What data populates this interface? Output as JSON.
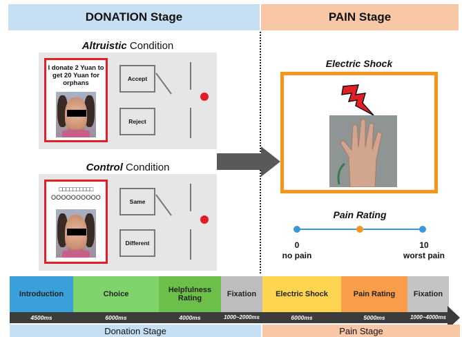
{
  "headers": {
    "donation": "DONATION Stage",
    "pain": "PAIN Stage"
  },
  "altruistic": {
    "title_bold": "Altruistic",
    "title_rest": " Condition",
    "note": "I donate 2 Yuan to get 20 Yuan for orphans",
    "option_top": "Accept",
    "option_bottom": "Reject"
  },
  "control": {
    "title_bold": "Control",
    "title_rest": " Condition",
    "squares": "□□□□□□□□□□",
    "circles": "OOOOOOOOOO",
    "option_top": "Same",
    "option_bottom": "Different"
  },
  "shock": {
    "title": "Electric Shock"
  },
  "rating": {
    "title": "Pain Rating",
    "min_value": "0",
    "min_label": "no pain",
    "max_value": "10",
    "max_label": "worst pain",
    "marker_position": 0.5
  },
  "sequence": [
    {
      "label": "Introduction",
      "time": "4500ms",
      "color": "#3aa0da"
    },
    {
      "label": "Choice",
      "time": "6000ms",
      "color": "#7fd36a"
    },
    {
      "label": "Helpfulness Rating",
      "time": "4000ms",
      "color": "#6cc04a"
    },
    {
      "label": "Fixation",
      "time": "1000~2000ms",
      "color": "#bdbdbd"
    },
    {
      "label": "Electric Shock",
      "time": "6000ms",
      "color": "#fdd54f"
    },
    {
      "label": "Pain Rating",
      "time": "5000ms",
      "color": "#f99d4a"
    },
    {
      "label": "Fixation",
      "time": "1000~4000ms",
      "color": "#c4c4c4"
    }
  ],
  "footer": {
    "donation": "Donation Stage",
    "pain": "Pain Stage"
  },
  "colors": {
    "red_frame": "#e31e24",
    "orange_frame": "#f7941d",
    "rating_line": "#3a9ad9",
    "rating_marker": "#f7941d",
    "fixation_dot": "#e31e24"
  }
}
